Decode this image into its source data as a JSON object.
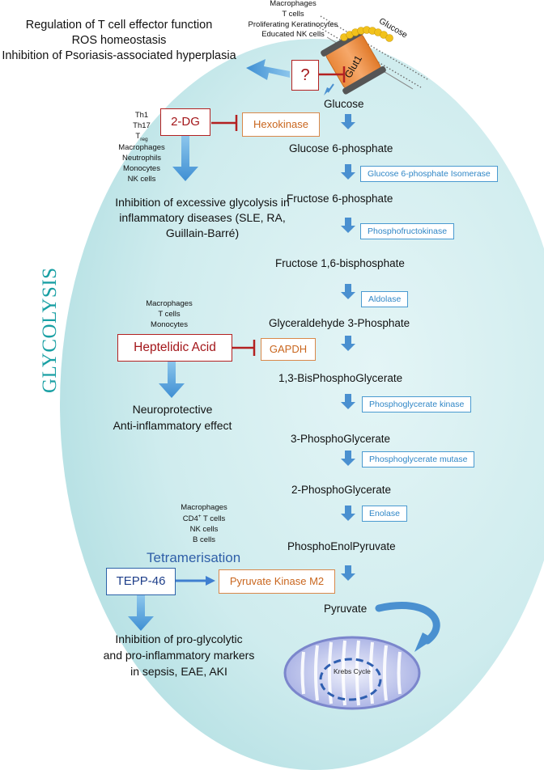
{
  "title": "GLYCOLYSIS",
  "top_effects": [
    "Regulation of T cell effector function",
    "ROS homeostasis",
    "Inhibition of Psoriasis-associated hyperplasia"
  ],
  "top_cells": [
    "Macrophages",
    "T cells",
    "Proliferating Keratinocytes",
    "Educated NK cells"
  ],
  "glucose_label": "Glucose",
  "glut1_label": "Glut1",
  "unknown_label": "?",
  "pathway": {
    "metabolites": [
      "Glucose",
      "Glucose 6-phosphate",
      "Fructose 6-phosphate",
      "Fructose 1,6-bisphosphate",
      "Glyceraldehyde 3-Phosphate",
      "1,3-BisPhosphoGlycerate",
      "3-PhosphoGlycerate",
      "2-PhosphoGlycerate",
      "PhosphoEnolPyruvate",
      "Pyruvate"
    ],
    "enzymes": [
      "Glucose 6-phosphate Isomerase",
      "Phosphofructokinase",
      "Aldolase",
      "Phosphoglycerate kinase",
      "Phosphoglycerate mutase",
      "Enolase"
    ],
    "hexokinase": "Hexokinase",
    "gapdh": "GAPDH",
    "pkm2": "Pyruvate Kinase M2",
    "krebs": "Krebs Cycle"
  },
  "dg2": {
    "label": "2-DG",
    "cells": [
      "Th1",
      "Th17",
      "T",
      "Macrophages",
      "Neutrophils",
      "Monocytes",
      "NK cells"
    ],
    "treg_subscript": "reg",
    "effect": [
      "Inhibition of excessive glycolysis in",
      "inflammatory diseases (SLE, RA,",
      "Guillain-Barré)"
    ]
  },
  "heptelidic": {
    "label": "Heptelidic Acid",
    "cells": [
      "Macrophages",
      "T cells",
      "Monocytes"
    ],
    "effect": [
      "Neuroprotective",
      "Anti-inflammatory effect"
    ]
  },
  "tepp": {
    "label": "TEPP-46",
    "action": "Tetramerisation",
    "cells": [
      "Macrophages",
      "CD4",
      "NK cells",
      "B cells"
    ],
    "cd4_suffix": " T cells",
    "cd4_superscript": "+",
    "effect": [
      "Inhibition of pro-glycolytic",
      "and pro-inflammatory markers",
      "in sepsis, EAE, AKI"
    ]
  }
}
